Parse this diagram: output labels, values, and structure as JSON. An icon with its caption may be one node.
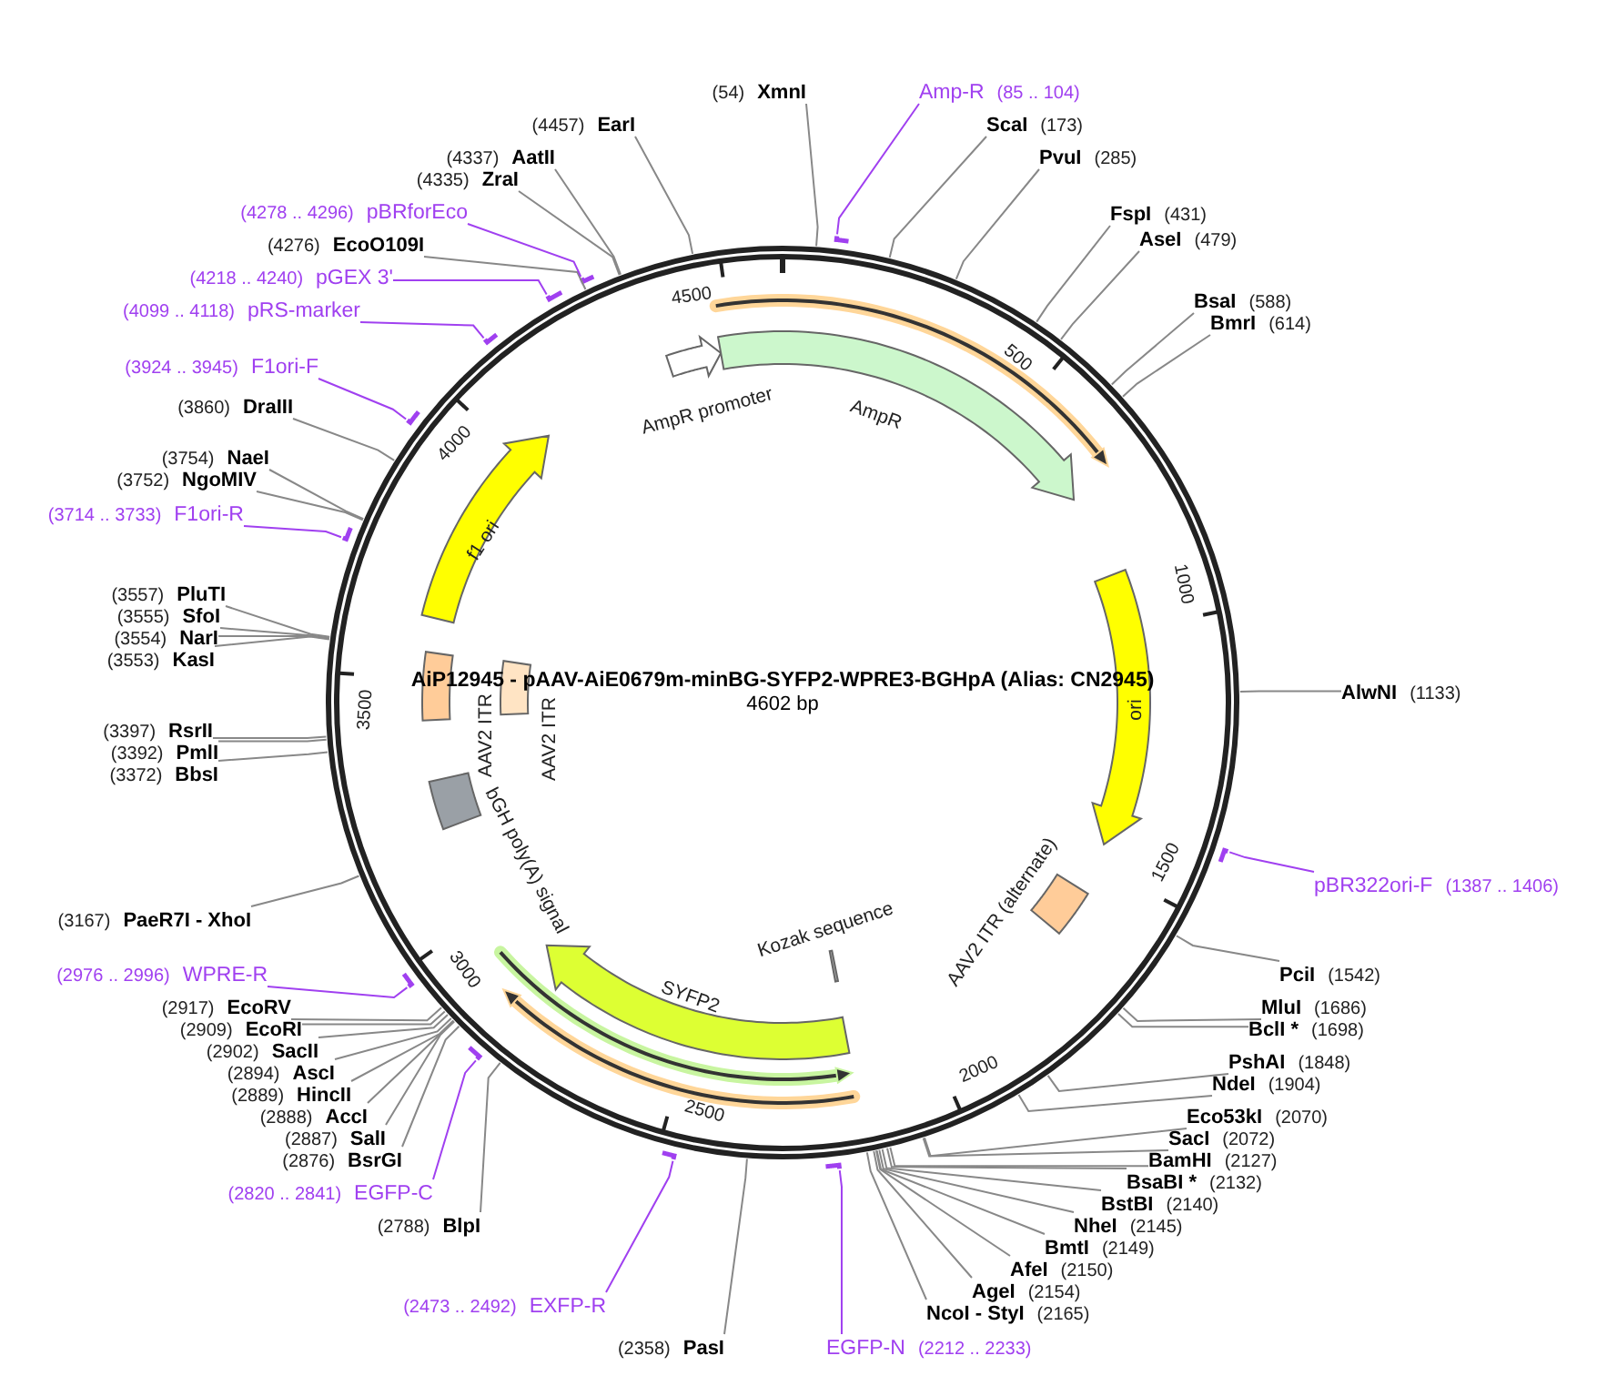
{
  "diagram": {
    "title": "AiP12945 - pAAV-AiE0679m-minBG-SYFP2-WPRE3-BGHpA (Alias: CN2945)",
    "nodes": [
      {
        "text": [
          "(54)",
          "XmnI"
        ]
      },
      {
        "text": [
          "Amp-R",
          "(85 .. 104)"
        ]
      },
      {
        "text": [
          "ScaI",
          "(173)"
        ]
      },
      {
        "text": [
          "PvuI",
          "(285)"
        ]
      },
      {
        "text": [
          "FspI",
          "(431)"
        ]
      },
      {
        "text": [
          "AseI",
          "(479)"
        ]
      },
      {
        "text": [
          "BsaI",
          "(588)"
        ]
      },
      {
        "text": [
          "BmrI",
          "(614)"
        ]
      },
      {
        "text": [
          "AlwNI",
          "(1133)"
        ]
      },
      {
        "text": [
          "pBR322ori-F",
          "(1387 .. 1406)"
        ]
      },
      {
        "text": [
          "PciI",
          "(1542)"
        ]
      },
      {
        "text": [
          "MluI",
          "(1686)"
        ]
      },
      {
        "text": [
          "BclI *",
          "(1698)"
        ]
      },
      {
        "text": [
          "PshAI",
          "(1848)"
        ]
      },
      {
        "text": [
          "NdeI",
          "(1904)"
        ]
      },
      {
        "text": [
          "Eco53kI",
          "(2070)"
        ]
      },
      {
        "text": [
          "SacI",
          "(2072)"
        ]
      },
      {
        "text": [
          "BamHI",
          "(2127)"
        ]
      },
      {
        "text": [
          "BsaBI *",
          "(2132)"
        ]
      },
      {
        "text": [
          "BstBI",
          "(2140)"
        ]
      },
      {
        "text": [
          "NheI",
          "(2145)"
        ]
      },
      {
        "text": [
          "BmtI",
          "(2149)"
        ]
      },
      {
        "text": [
          "AfeI",
          "(2150)"
        ]
      },
      {
        "text": [
          "AgeI",
          "(2154)"
        ]
      },
      {
        "text": [
          "NcoI - StyI",
          "(2165)"
        ]
      },
      {
        "text": [
          "EGFP-N",
          "(2212 .. 2233)"
        ]
      },
      {
        "text": [
          "(2358)",
          "PasI"
        ]
      },
      {
        "text": [
          "(2473 .. 2492)",
          "EXFP-R"
        ]
      },
      {
        "text": [
          "(2788)",
          "BlpI"
        ]
      },
      {
        "text": [
          "(2820 .. 2841)",
          "EGFP-C"
        ]
      },
      {
        "text": [
          "(2876)",
          "BsrGI"
        ]
      },
      {
        "text": [
          "(2887)",
          "SalI"
        ]
      },
      {
        "text": [
          "(2888)",
          "AccI"
        ]
      },
      {
        "text": [
          "(2889)",
          "HincII"
        ]
      },
      {
        "text": [
          "(2894)",
          "AscI"
        ]
      },
      {
        "text": [
          "(2902)",
          "SacII"
        ]
      },
      {
        "text": [
          "(2909)",
          "EcoRI"
        ]
      },
      {
        "text": [
          "(2917)",
          "EcoRV"
        ]
      },
      {
        "text": [
          "(2976 .. 2996)",
          "WPRE-R"
        ]
      },
      {
        "text": [
          "(3167)",
          "PaeR7I - XhoI"
        ]
      },
      {
        "text": [
          "(3372)",
          "BbsI"
        ]
      },
      {
        "text": [
          "(3392)",
          "PmlI"
        ]
      },
      {
        "text": [
          "(3397)",
          "RsrII"
        ]
      },
      {
        "text": [
          "(3553)",
          "KasI"
        ]
      },
      {
        "text": [
          "(3554)",
          "NarI"
        ]
      },
      {
        "text": [
          "(3555)",
          "SfoI"
        ]
      },
      {
        "text": [
          "(3557)",
          "PluTI"
        ]
      },
      {
        "text": [
          "(3714 .. 3733)",
          "F1ori-R"
        ]
      },
      {
        "text": [
          "(3752)",
          "NgoMIV"
        ]
      },
      {
        "text": [
          "(3754)",
          "NaeI"
        ]
      },
      {
        "text": [
          "(3860)",
          "DraIII"
        ]
      },
      {
        "text": [
          "(3924 .. 3945)",
          "F1ori-F"
        ]
      },
      {
        "text": [
          "(4099 .. 4118)",
          "pRS-marker"
        ]
      },
      {
        "text": [
          "(4218 .. 4240)",
          "pGEX 3'"
        ]
      },
      {
        "text": [
          "(4276)",
          "EcoO109I"
        ]
      },
      {
        "text": [
          "(4278 .. 4296)",
          "pBRforEco"
        ]
      },
      {
        "text": [
          "(4335)",
          "ZraI"
        ]
      },
      {
        "text": [
          "(4337)",
          "AatII"
        ]
      },
      {
        "text": [
          "(4457)",
          "EarI"
        ]
      },
      {
        "text": [
          "AmpR promoter"
        ]
      },
      {
        "text": [
          "AmpR"
        ]
      },
      {
        "text": [
          "ori"
        ]
      },
      {
        "text": [
          "AAV2 ITR (alternate)"
        ]
      },
      {
        "text": [
          "Kozak sequence"
        ]
      },
      {
        "text": [
          "SYFP2"
        ]
      },
      {
        "text": [
          "bGH poly(A) signal"
        ]
      },
      {
        "text": [
          "AAV2 ITR"
        ]
      },
      {
        "text": [
          "AAV2 ITR"
        ]
      },
      {
        "text": [
          "f1 ori"
        ]
      }
    ],
    "edges": [
      {
        "from": 0,
        "to": null,
        "arrow": "none"
      },
      {
        "from": 1,
        "to": null,
        "arrow": "none",
        "color": "#a040f0"
      },
      {
        "from": 2,
        "to": null,
        "arrow": "none"
      },
      {
        "from": 3,
        "to": null,
        "arrow": "none"
      },
      {
        "from": 4,
        "to": null,
        "arrow": "none"
      },
      {
        "from": 5,
        "to": null,
        "arrow": "none"
      },
      {
        "from": 6,
        "to": null,
        "arrow": "none"
      },
      {
        "from": 7,
        "to": null,
        "arrow": "none"
      },
      {
        "from": 8,
        "to": null,
        "arrow": "none"
      },
      {
        "from": 9,
        "to": null,
        "arrow": "none",
        "color": "#a040f0"
      },
      {
        "from": 10,
        "to": null,
        "arrow": "none"
      },
      {
        "from": 11,
        "to": null,
        "arrow": "none"
      },
      {
        "from": 12,
        "to": null,
        "arrow": "none"
      },
      {
        "from": 13,
        "to": null,
        "arrow": "none"
      },
      {
        "from": 14,
        "to": null,
        "arrow": "none"
      },
      {
        "from": 15,
        "to": null,
        "arrow": "none"
      },
      {
        "from": 16,
        "to": null,
        "arrow": "none"
      },
      {
        "from": 17,
        "to": null,
        "arrow": "none"
      },
      {
        "from": 18,
        "to": null,
        "arrow": "none"
      },
      {
        "from": 19,
        "to": null,
        "arrow": "none"
      },
      {
        "from": 20,
        "to": null,
        "arrow": "none"
      },
      {
        "from": 21,
        "to": null,
        "arrow": "none"
      },
      {
        "from": 22,
        "to": null,
        "arrow": "none"
      },
      {
        "from": 23,
        "to": null,
        "arrow": "none"
      },
      {
        "from": 24,
        "to": null,
        "arrow": "none"
      },
      {
        "from": 25,
        "to": null,
        "arrow": "none",
        "color": "#a040f0"
      },
      {
        "from": 26,
        "to": null,
        "arrow": "none"
      },
      {
        "from": 27,
        "to": null,
        "arrow": "none",
        "color": "#a040f0"
      },
      {
        "from": 28,
        "to": null,
        "arrow": "none"
      },
      {
        "from": 29,
        "to": null,
        "arrow": "none",
        "color": "#a040f0"
      },
      {
        "from": 30,
        "to": null,
        "arrow": "none"
      },
      {
        "from": 31,
        "to": null,
        "arrow": "none"
      },
      {
        "from": 32,
        "to": null,
        "arrow": "none"
      },
      {
        "from": 33,
        "to": null,
        "arrow": "none"
      },
      {
        "from": 34,
        "to": null,
        "arrow": "none"
      },
      {
        "from": 35,
        "to": null,
        "arrow": "none"
      },
      {
        "from": 36,
        "to": null,
        "arrow": "none"
      },
      {
        "from": 37,
        "to": null,
        "arrow": "none"
      },
      {
        "from": 38,
        "to": null,
        "arrow": "none",
        "color": "#a040f0"
      },
      {
        "from": 39,
        "to": null,
        "arrow": "none"
      },
      {
        "from": 40,
        "to": null,
        "arrow": "none"
      },
      {
        "from": 41,
        "to": null,
        "arrow": "none"
      },
      {
        "from": 42,
        "to": null,
        "arrow": "none"
      },
      {
        "from": 43,
        "to": null,
        "arrow": "none"
      },
      {
        "from": 44,
        "to": null,
        "arrow": "none"
      },
      {
        "from": 45,
        "to": null,
        "arrow": "none"
      },
      {
        "from": 46,
        "to": null,
        "arrow": "none"
      },
      {
        "from": 47,
        "to": null,
        "arrow": "none",
        "color": "#a040f0"
      },
      {
        "from": 48,
        "to": null,
        "arrow": "none"
      },
      {
        "from": 49,
        "to": null,
        "arrow": "none"
      },
      {
        "from": 50,
        "to": null,
        "arrow": "none"
      },
      {
        "from": 51,
        "to": null,
        "arrow": "none",
        "color": "#a040f0"
      },
      {
        "from": 52,
        "to": null,
        "arrow": "none",
        "color": "#a040f0"
      },
      {
        "from": 53,
        "to": null,
        "arrow": "none",
        "color": "#a040f0"
      },
      {
        "from": 54,
        "to": null,
        "arrow": "none"
      },
      {
        "from": 55,
        "to": null,
        "arrow": "none",
        "color": "#a040f0"
      },
      {
        "from": 56,
        "to": null,
        "arrow": "none"
      },
      {
        "from": 57,
        "to": null,
        "arrow": "none"
      },
      {
        "from": 58,
        "to": null,
        "arrow": "none"
      }
    ],
    "labels": [
      "500",
      "1000",
      "1500",
      "2000",
      "2500",
      "3000",
      "3500",
      "4000",
      "4500",
      "4602 bp"
    ]
  }
}
